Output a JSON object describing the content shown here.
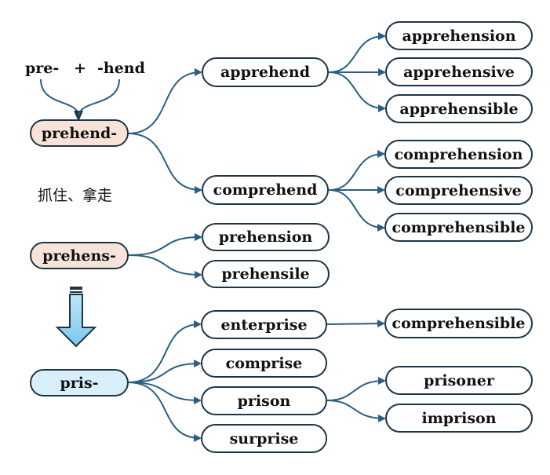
{
  "formation": {
    "part1": "pre-",
    "plus": "+",
    "part2": "-hend"
  },
  "meaning": "抓住、拿走",
  "colors": {
    "stroke": "#1d3547",
    "connector": "#2a5f80",
    "peach": "#f8e3d8",
    "lightblue": "#d8eef8",
    "arrow": "#8fd0ee"
  },
  "roots": {
    "prehend": "prehend-",
    "prehens": "prehens-",
    "pris": "pris-"
  },
  "words": {
    "apprehend": "apprehend",
    "apprehension": "apprehension",
    "apprehensive": "apprehensive",
    "apprehensible": "apprehensible",
    "comprehend": "comprehend",
    "comprehension": "comprehension",
    "comprehensive": "comprehensive",
    "comprehensible": "comprehensible",
    "prehension": "prehension",
    "prehensile": "prehensile",
    "enterprise": "enterprise",
    "enterprise_derivative": "comprehensible",
    "comprise": "comprise",
    "prison": "prison",
    "surprise": "surprise",
    "prisoner": "prisoner",
    "imprison": "imprison"
  }
}
